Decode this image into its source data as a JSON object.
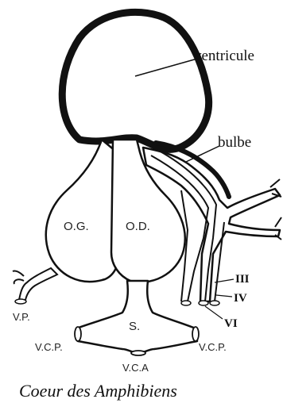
{
  "labels": {
    "ventricule": "ventricule",
    "bulbe": "bulbe",
    "og": "O.G.",
    "od": "O.D.",
    "s": "S.",
    "vp": "V.P.",
    "vcp_left": "V.C.P.",
    "vcp_right": "V.C.P.",
    "vca": "V.C.A",
    "arch_iii": "III",
    "arch_iv": "IV",
    "arch_vi": "VI"
  },
  "caption": "Coeur des Amphibiens"
}
